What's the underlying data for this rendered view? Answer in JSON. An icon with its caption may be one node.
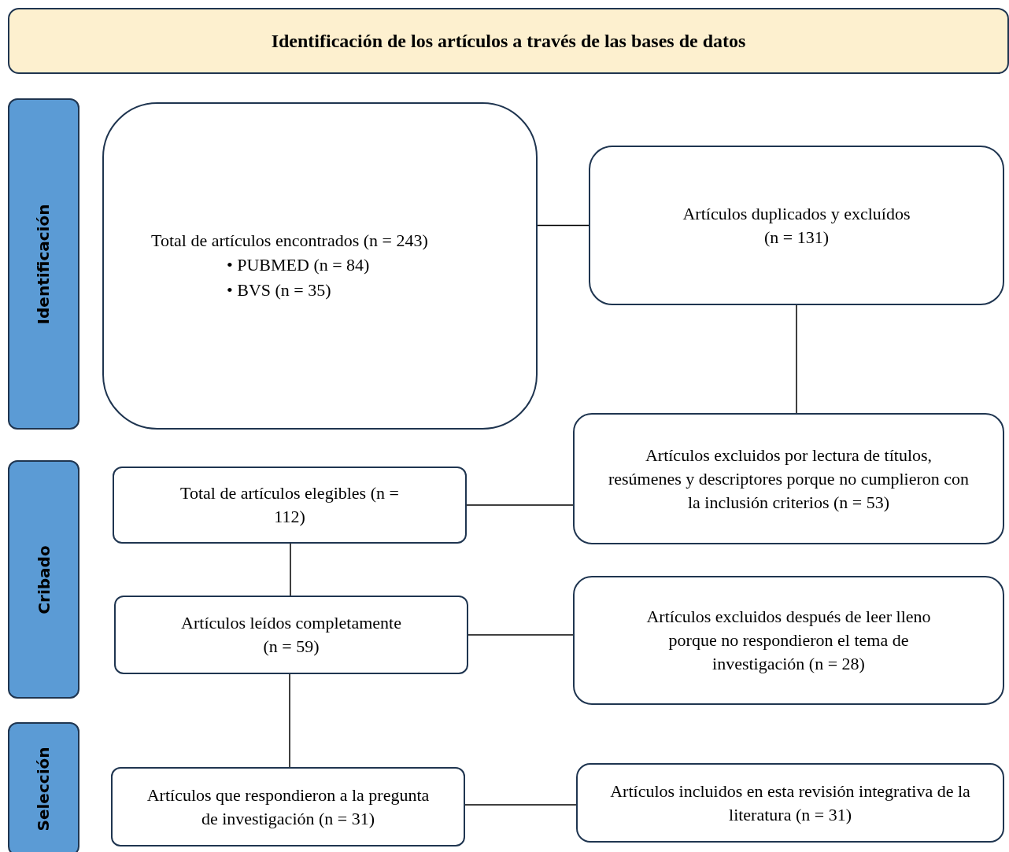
{
  "diagram": {
    "nodes": [
      {
        "text": [
          "Identificación de los artículos a través de las bases de datos"
        ]
      },
      {
        "text": [
          "Identificación"
        ]
      },
      {
        "text": [
          "Cribado"
        ]
      },
      {
        "text": [
          "Selección"
        ]
      },
      {
        "text": [
          "Total de artículos encontrados (n = 243)",
          "• PUBMED (n = 84)",
          "• BVS (n = 35)"
        ]
      },
      {
        "text": [
          "Artículos duplicados y excluídos (n = 131)"
        ]
      },
      {
        "text": [
          "Artículos excluidos por lectura de títulos, resúmenes y descriptores porque no cumplieron con la inclusión criterios (n = 53)"
        ]
      },
      {
        "text": [
          "Total de artículos elegibles (n = 112)"
        ]
      },
      {
        "text": [
          "Artículos leídos completamente (n = 59)"
        ]
      },
      {
        "text": [
          "Artículos excluidos después de leer lleno porque no respondieron el tema de investigación (n = 28)"
        ]
      },
      {
        "text": [
          "Artículos que respondieron a la pregunta de investigación (n = 31)"
        ]
      },
      {
        "text": [
          "Artículos incluidos en esta revisión integrativa de la literatura (n = 31)"
        ]
      }
    ],
    "edges": [
      {
        "from": 4,
        "to": 5,
        "arrow": "none"
      },
      {
        "from": 5,
        "to": 6,
        "arrow": "none"
      },
      {
        "from": 7,
        "to": 6,
        "arrow": "none"
      },
      {
        "from": 7,
        "to": 8,
        "arrow": "none"
      },
      {
        "from": 8,
        "to": 9,
        "arrow": "none"
      },
      {
        "from": 8,
        "to": 10,
        "arrow": "none"
      },
      {
        "from": 10,
        "to": 11,
        "arrow": "none"
      }
    ]
  }
}
